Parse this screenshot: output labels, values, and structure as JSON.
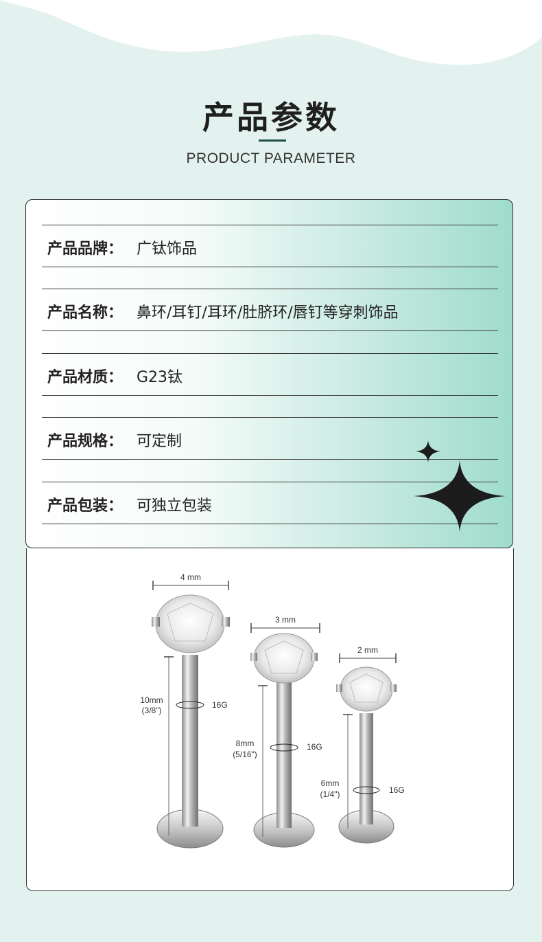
{
  "header": {
    "title": "产品参数",
    "subtitle": "PRODUCT PARAMETER"
  },
  "params": [
    {
      "label": "产品品牌：",
      "value": "广钛饰品"
    },
    {
      "label": "产品名称：",
      "value": "鼻环/耳钉/耳环/肚脐环/唇钉等穿刺饰品"
    },
    {
      "label": "产品材质：",
      "value": "G23钛"
    },
    {
      "label": "产品规格：",
      "value": "可定制"
    },
    {
      "label": "产品包装：",
      "value": "可独立包装"
    }
  ],
  "diagram": {
    "large": {
      "width": "4 mm",
      "length": "10mm",
      "length_in": "(3/8\")",
      "gauge": "16G"
    },
    "medium": {
      "width": "3 mm",
      "length": "8mm",
      "length_in": "(5/16\")",
      "gauge": "16G"
    },
    "small": {
      "width": "2 mm",
      "length": "6mm",
      "length_in": "(1/4\")",
      "gauge": "16G"
    }
  },
  "colors": {
    "background": "#e3f2ef",
    "accent": "#1e4d44",
    "gradient_end": "#9fdccc"
  }
}
